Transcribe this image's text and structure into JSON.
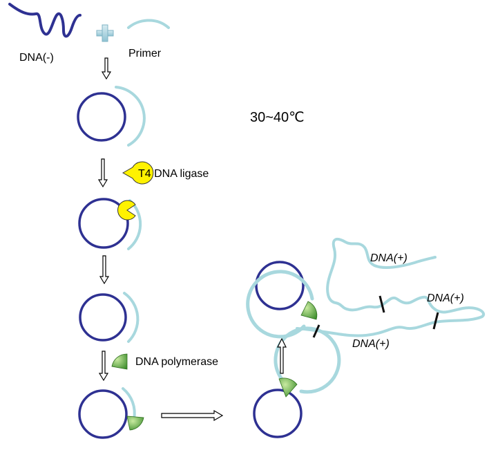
{
  "labels": {
    "dna_minus": "DNA(-)",
    "primer": "Primer",
    "temperature": "30~40℃",
    "ligase": "T4 DNA ligase",
    "polymerase": "DNA polymerase",
    "product_1": "DNA(+)",
    "product_2": "DNA(+)",
    "product_3": "DNA(+)"
  },
  "colors": {
    "template_strand": "#2e3192",
    "primer_strand": "#a8d8de",
    "ligase": "#fff200",
    "polymerase": "#5aab3e",
    "cut_mark": "#111111"
  },
  "icons": {
    "plus": "plus-icon",
    "ligase": "pacman-ligase-icon",
    "polymerase": "polymerase-wedge-icon"
  }
}
